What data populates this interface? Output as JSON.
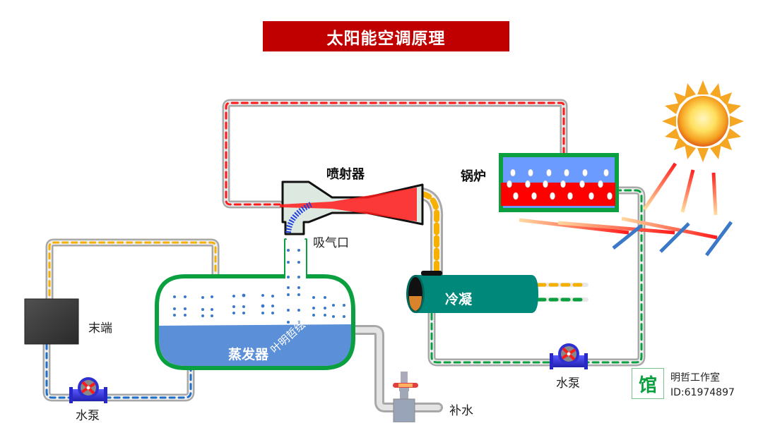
{
  "title": "太阳能空调原理",
  "labels": {
    "ejector": "喷射器",
    "suction_port": "吸气口",
    "boiler": "锅炉",
    "condenser": "冷凝",
    "evaporator": "蒸发器",
    "terminal": "末端",
    "pump_left": "水泵",
    "pump_right": "水泵",
    "makeup_water": "补水"
  },
  "watermark": "叶明哲绘制",
  "branding": {
    "logo_glyph": "馆",
    "studio_name": "明哲工作室",
    "studio_id": "ID:61974897"
  },
  "colors": {
    "title_bg": "#c00000",
    "steam_flow": "#ff1a1a",
    "condensate_flow": "#f5b000",
    "chilled_water_flow": "#1f6fc8",
    "cooling_water_flow": "#0aa040",
    "vessel_outline": "#0aa040",
    "water": "#5b8fd8",
    "boiler_water": "#6b9bff",
    "boiler_hot": "#ff0000",
    "condenser_body": "#00897b",
    "pipe": "#b8b8b8"
  }
}
